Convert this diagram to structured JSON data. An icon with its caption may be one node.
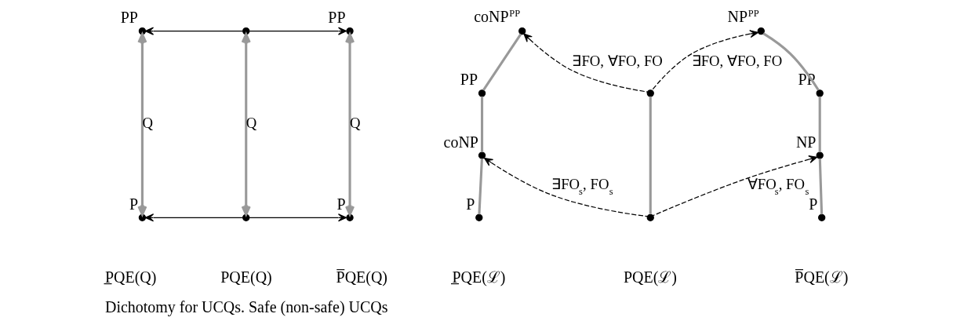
{
  "diagram": {
    "caption": "Dichotomy for UCQs. Safe (non-safe) UCQs",
    "nodes": [
      {
        "text": [],
        "shape": "circle",
        "beside": [
          "PP"
        ]
      },
      {
        "text": [],
        "shape": "circle"
      },
      {
        "text": [],
        "shape": "circle",
        "beside": [
          "PP"
        ]
      },
      {
        "text": [],
        "shape": "circle",
        "beside": [
          "P"
        ]
      },
      {
        "text": [],
        "shape": "circle"
      },
      {
        "text": [],
        "shape": "circle",
        "beside": [
          "P"
        ]
      },
      {
        "text": [],
        "shape": "circle",
        "beside": [
          "coNP$^{PP}$"
        ]
      },
      {
        "text": [],
        "shape": "circle",
        "beside": [
          "NP$^{PP}$"
        ]
      },
      {
        "text": [],
        "shape": "circle",
        "beside": [
          "PP"
        ]
      },
      {
        "text": [],
        "shape": "circle"
      },
      {
        "text": [],
        "shape": "circle",
        "beside": [
          "PP"
        ]
      },
      {
        "text": [],
        "shape": "circle",
        "beside": [
          "coNP"
        ]
      },
      {
        "text": [],
        "shape": "circle",
        "beside": [
          "NP"
        ]
      },
      {
        "text": [],
        "shape": "circle",
        "beside": [
          "P"
        ]
      },
      {
        "text": [],
        "shape": "circle"
      },
      {
        "text": [],
        "shape": "circle",
        "beside": [
          "P"
        ]
      }
    ],
    "edges": [
      {
        "from": 1,
        "to": 0,
        "arrow": "to",
        "color": "#000000"
      },
      {
        "from": 1,
        "to": 2,
        "arrow": "to",
        "color": "#000000"
      },
      {
        "from": 4,
        "to": 3,
        "arrow": "to",
        "color": "#000000"
      },
      {
        "from": 4,
        "to": 5,
        "arrow": "to",
        "color": "#000000"
      },
      {
        "from": 0,
        "to": 3,
        "arrow": "both",
        "label": "Q"
      },
      {
        "from": 1,
        "to": 4,
        "arrow": "both",
        "label": "Q"
      },
      {
        "from": 2,
        "to": 5,
        "arrow": "both",
        "label": "Q"
      },
      {
        "from": 6,
        "to": 8,
        "arrow": "none"
      },
      {
        "from": 8,
        "to": 11,
        "arrow": "none"
      },
      {
        "from": 11,
        "to": 13,
        "arrow": "none"
      },
      {
        "from": 9,
        "to": 14,
        "arrow": "none"
      },
      {
        "from": 7,
        "to": 10,
        "arrow": "none"
      },
      {
        "from": 10,
        "to": 12,
        "arrow": "none"
      },
      {
        "from": 12,
        "to": 15,
        "arrow": "none"
      },
      {
        "from": 9,
        "to": 6,
        "arrow": "to",
        "style": "dashed",
        "color": "#000000",
        "label": "∃FO, ∀FO, FO"
      },
      {
        "from": 9,
        "to": 7,
        "arrow": "to",
        "style": "dashed",
        "color": "#000000",
        "label": "∃FO, ∀FO, FO"
      },
      {
        "from": 14,
        "to": 11,
        "arrow": "to",
        "style": "dashed",
        "color": "#000000",
        "label": "∃FO$_{s}$, FO$_{s}$"
      },
      {
        "from": 14,
        "to": 12,
        "arrow": "to",
        "style": "dashed",
        "color": "#000000",
        "label": "∀FO$_{s}$, FO$_{s}$"
      }
    ],
    "labels": [
      "P̲QE(Q)",
      "PQE(Q)",
      "P̅QE(Q)",
      "P̲QE(ℒ)",
      "PQE(ℒ)",
      "P̅QE(ℒ)"
    ]
  }
}
